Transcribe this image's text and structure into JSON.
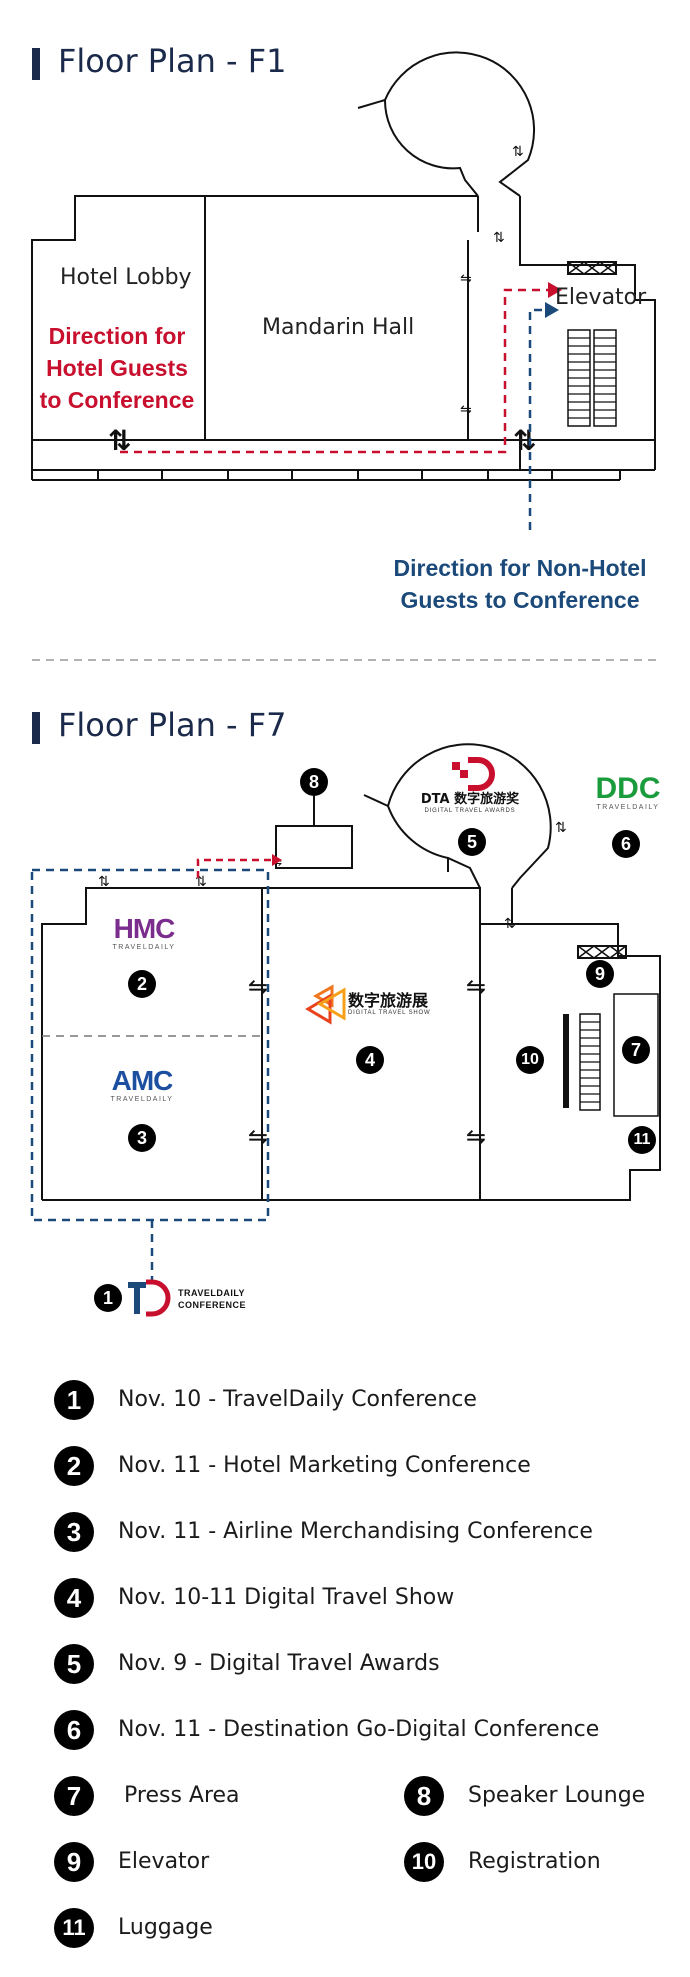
{
  "f1": {
    "title": "Floor Plan - F1",
    "hotel_lobby": "Hotel Lobby",
    "mandarin_hall": "Mandarin Hall",
    "elevator": "Elevator",
    "direction_hotel": [
      "Direction for",
      "Hotel Guests",
      "to Conference"
    ],
    "direction_non_hotel": [
      "Direction for Non-Hotel",
      "Guests to Conference"
    ]
  },
  "f7": {
    "title": "Floor Plan - F7",
    "markers": {
      "m1": "1",
      "m2": "2",
      "m3": "3",
      "m4": "4",
      "m5": "5",
      "m6": "6",
      "m7": "7",
      "m8": "8",
      "m9": "9",
      "m10": "10",
      "m11": "11"
    },
    "logos": {
      "hmc": "HMC",
      "hmc_sub": "TRAVELDAILY",
      "amc": "AMC",
      "amc_sub": "TRAVELDAILY",
      "ddc": "DDC",
      "ddc_sub": "TRAVELDAILY",
      "dta": "DTA 数字旅游奖",
      "dta_sub": "DIGITAL TRAVEL AWARDS",
      "dts": "数字旅游展",
      "dts_sub": "DIGITAL TRAVEL SHOW",
      "tdc_line1": "TRAVELDAILY",
      "tdc_line2": "CONFERENCE"
    }
  },
  "legend": [
    {
      "num": "1",
      "text": "Nov.  10 - TravelDaily Conference"
    },
    {
      "num": "2",
      "text": "Nov.  11 - Hotel Marketing Conference"
    },
    {
      "num": "3",
      "text": "Nov.  11 - Airline Merchandising Conference"
    },
    {
      "num": "4",
      "text": "Nov.  10-11 Digital Travel Show"
    },
    {
      "num": "5",
      "text": "Nov.  9 - Digital Travel Awards"
    },
    {
      "num": "6",
      "text": "Nov.  11 - Destination Go-Digital Conference"
    },
    {
      "num": "7",
      "text": "Press Area"
    },
    {
      "num": "8",
      "text": "Speaker Lounge"
    },
    {
      "num": "9",
      "text": "Elevator"
    },
    {
      "num": "10",
      "text": "Registration"
    },
    {
      "num": "11",
      "text": "Luggage"
    }
  ],
  "colors": {
    "navy": "#1b2a4a",
    "red_path": "#c8102e",
    "blue_path": "#1b4a7a",
    "hmc_purple": "#7b2d8e",
    "amc_blue": "#1c4fa0",
    "ddc_green": "#1a9b3c",
    "dts_orange": "#f0761e"
  }
}
